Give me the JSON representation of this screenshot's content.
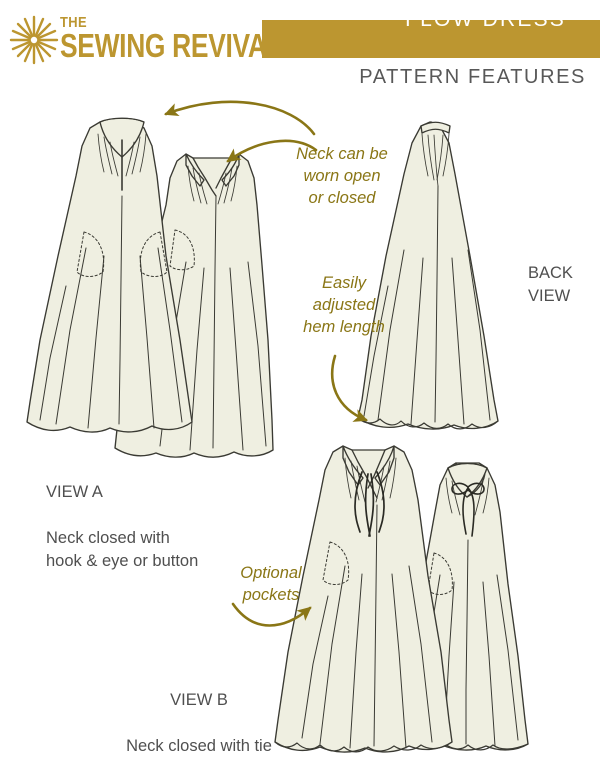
{
  "brand": {
    "logo_icon": "starburst-icon",
    "line1": "THE",
    "line2": "SEWING REVIVAL",
    "color": "#BC9630"
  },
  "header": {
    "banner_title": "FLOW DRESS",
    "subtitle": "PATTERN FEATURES",
    "banner_color": "#BC9630",
    "banner_text_color": "#FFFFFF",
    "subtitle_color": "#585858"
  },
  "callouts": [
    {
      "id": "neck",
      "text": "Neck can be\nworn open\nor closed",
      "color": "#8A7616",
      "arrows": 2
    },
    {
      "id": "hem",
      "text": "Easily\nadjusted\nhem length",
      "color": "#8A7616",
      "arrows": 1
    },
    {
      "id": "pockets",
      "text": "Optional\npockets",
      "color": "#8A7616",
      "arrows": 1
    }
  ],
  "views": {
    "view_a": {
      "label": "VIEW A",
      "description": "Neck closed with\nhook & eye or button"
    },
    "back_view": {
      "label": "BACK\nVIEW"
    },
    "view_b": {
      "label": "VIEW B",
      "description": "Neck closed with tie"
    }
  },
  "illustration": {
    "fabric_fill": "#EFEFE1",
    "outline_color": "#3A3A33",
    "pocket_style": "dashed",
    "arrow_color": "#8A7616",
    "garments": [
      {
        "name": "view-a-long-dress",
        "neckline": "closed-gathered-collar",
        "length": "maxi",
        "pocket": true
      },
      {
        "name": "view-a-short-dress",
        "neckline": "open-v-collar",
        "length": "midi",
        "pocket": true
      },
      {
        "name": "back-view-dress",
        "neckline": "straight-band",
        "length": "maxi",
        "pocket": false
      },
      {
        "name": "view-b-open-dress",
        "neckline": "open-v-with-ties",
        "length": "maxi",
        "pocket": true
      },
      {
        "name": "view-b-tied-dress",
        "neckline": "closed-with-bow",
        "length": "maxi",
        "pocket": true
      }
    ]
  }
}
